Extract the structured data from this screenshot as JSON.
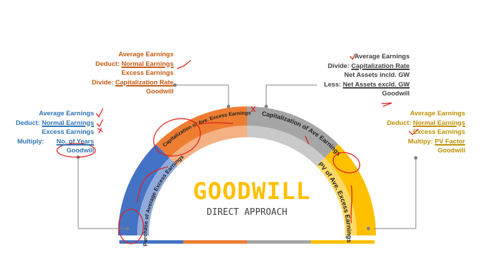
{
  "title": "GOODWILL",
  "subtitle": "DIRECT APPROACH",
  "colors": {
    "blue": "#4472C4",
    "orange": "#ED7D31",
    "gray": "#A5A5A5",
    "yellow": "#FFC000",
    "annotation": "#E0201B"
  },
  "arch_segments": [
    {
      "label": "Purchase of Average Excess Earnings",
      "color": "#4472C4"
    },
    {
      "label": "Capitalization of Ave. Excess Earnings",
      "color": "#ED7D31"
    },
    {
      "label": "Capitalization of Ave Earnings",
      "color": "#A5A5A5"
    },
    {
      "label": "PV of Ave. Excess Earnings",
      "color": "#FFC000"
    }
  ],
  "blocks": {
    "purchase": {
      "line1": "Average Earnings",
      "line2_prefix": "Deduct: ",
      "line2_value": "Normal Earnings",
      "line3": "Excess Earnings",
      "line4_prefix": "Multiply:",
      "line4_value": "No. of Years",
      "line5": "Goodwill"
    },
    "cap_excess": {
      "line1": "Average Earnings",
      "line2_prefix": "Deduct: ",
      "line2_value": "Normal Earnings",
      "line3": "Excess Earnings",
      "line4_prefix": "Divide: ",
      "line4_value": "Capitalization Rate",
      "line5": "Goodwill"
    },
    "cap_average": {
      "line1": "Average Earnings",
      "line2_prefix": "Divide: ",
      "line2_value": "Capitalization Rate",
      "line3": "Net Assets incld. GW",
      "line4_prefix": "Less: ",
      "line4_value": "Net Assets excld. GW",
      "line5": "Goodwill"
    },
    "pv": {
      "line1": "Average Earnings",
      "line2_prefix": "Deduct: ",
      "line2_value": "Normal Earnings",
      "line3": "Excess Earnings",
      "line4_prefix": "Multipy: ",
      "line4_value": "PV Factor",
      "line5": "Goodwill"
    }
  }
}
